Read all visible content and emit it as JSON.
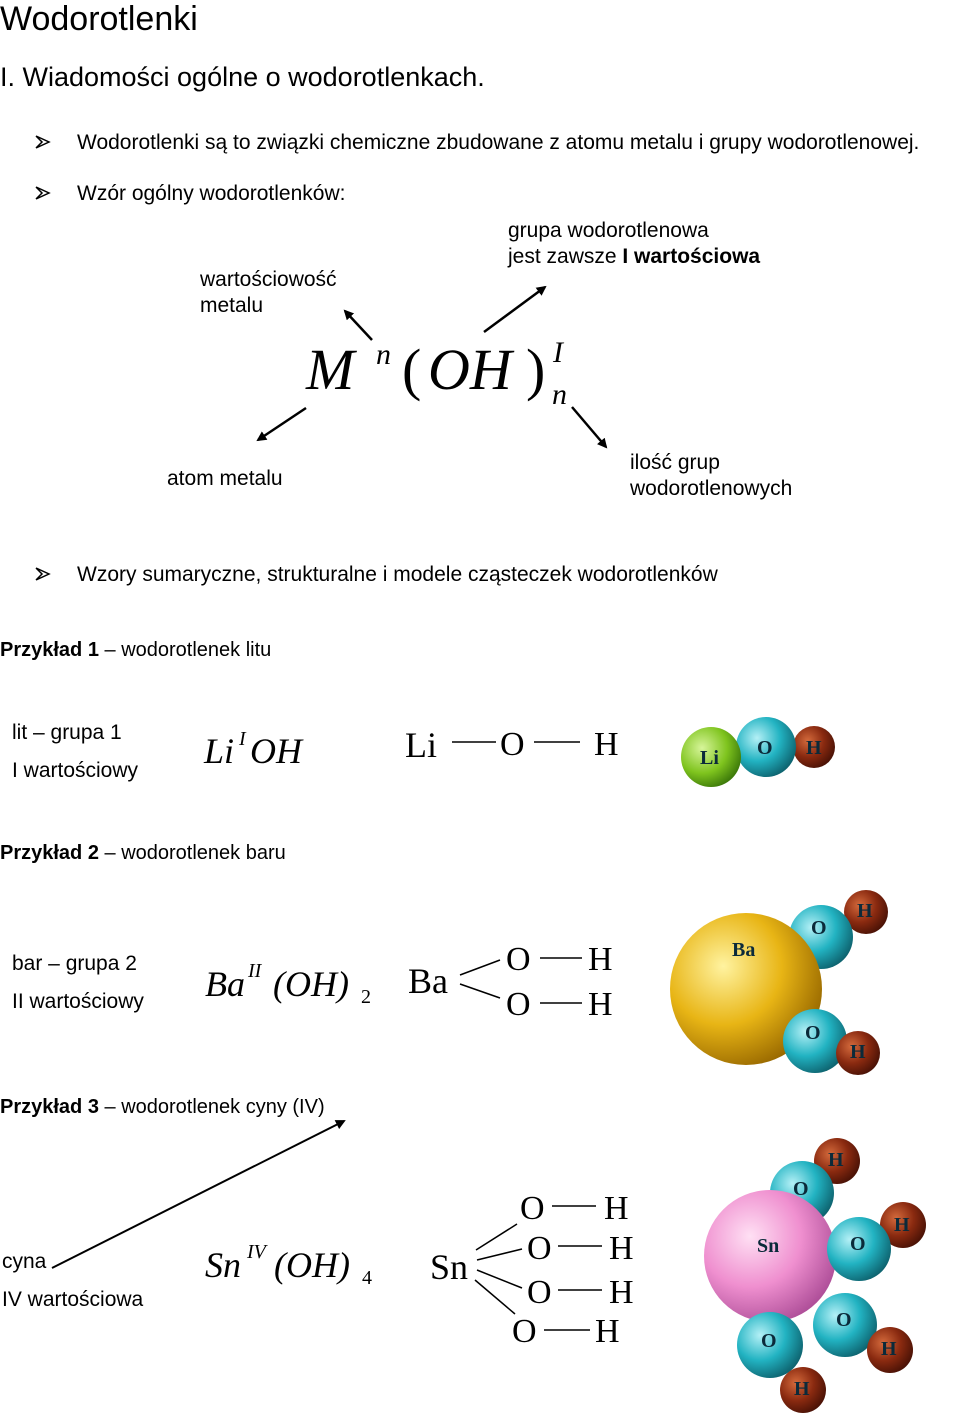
{
  "title": "Wodorotlenki",
  "section": "I.  Wiadomości ogólne o wodorotlenkach.",
  "bullet1": "Wodorotlenki są to związki chemiczne zbudowane z atomu metalu i grupy wodorotlenowej.",
  "bullet2": "Wzór ogólny wodorotlenków:",
  "general_formula": {
    "M": "M",
    "n_sup": "n",
    "paren_open": "(",
    "OH": "OH",
    "paren_close": ")",
    "I_sup": "I",
    "n_sub": "n",
    "label_valence_line1": "wartościowość",
    "label_valence_line2": "metalu",
    "label_group_line1": "grupa wodorotlenowa",
    "label_group_line2_normal": "jest zawsze ",
    "label_group_line2_bold": "I wartościowa",
    "label_atom": "atom metalu",
    "label_count_line1": "ilość grup",
    "label_count_line2": "wodorotlenowych"
  },
  "bullet3": "Wzory sumaryczne, strukturalne i modele cząsteczek wodorotlenków",
  "examples": [
    {
      "heading_bold": "Przykład 1",
      "heading_rest": " – wodorotlenek litu",
      "info_line1": "lit – grupa 1",
      "info_line2": "I wartościowy",
      "formula_metal": "Li",
      "formula_valence": "I",
      "formula_group": "OH",
      "struct_metal": "Li",
      "struct_O": "O",
      "struct_H": "H",
      "model_metal": "Li",
      "model_O": "O",
      "model_H": "H"
    },
    {
      "heading_bold": "Przykład 2",
      "heading_rest": " – wodorotlenek baru",
      "info_line1": "bar – grupa 2",
      "info_line2": "II wartościowy",
      "formula_metal": "Ba",
      "formula_valence": "II",
      "formula_group": "(OH)",
      "formula_index": "2",
      "struct_metal": "Ba",
      "struct_O": "O",
      "struct_H": "H",
      "model_metal": "Ba",
      "model_O": "O",
      "model_H": "H"
    },
    {
      "heading_bold": "Przykład 3",
      "heading_rest": " – wodorotlenek cyny (IV)",
      "info_line1": "cyna",
      "info_line2": "IV wartościowa",
      "formula_metal": "Sn",
      "formula_valence": "IV",
      "formula_group": "(OH)",
      "formula_index": "4",
      "struct_metal": "Sn",
      "struct_O": "O",
      "struct_H": "H",
      "model_metal": "Sn",
      "model_O": "O",
      "model_H": "H"
    }
  ],
  "colors": {
    "li_atom": "#7fc41e",
    "oxygen": "#22b3c2",
    "hydrogen": "#8a2a10",
    "ba_atom": "#e8b515",
    "sn_atom": "#ef8fcf",
    "model_text": "#0b2a3a"
  }
}
